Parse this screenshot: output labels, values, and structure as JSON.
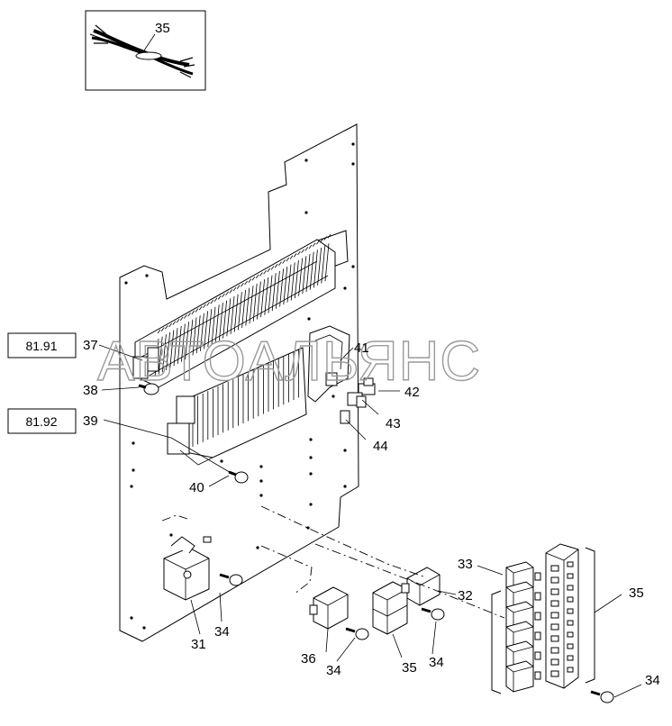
{
  "inset": {
    "part_label": "35"
  },
  "references": {
    "ref_1": "81.91",
    "ref_2": "81.92"
  },
  "watermark": "АВТОАЛЬЯНС",
  "callouts": {
    "c31": "31",
    "c32": "32",
    "c33": "33",
    "c34_a": "34",
    "c34_b": "34",
    "c34_c": "34",
    "c34_d": "34",
    "c35_a": "35",
    "c35_b": "35",
    "c36": "36",
    "c37": "37",
    "c38": "38",
    "c39": "39",
    "c40": "40",
    "c41": "41",
    "c42": "42",
    "c43": "43",
    "c44": "44"
  }
}
